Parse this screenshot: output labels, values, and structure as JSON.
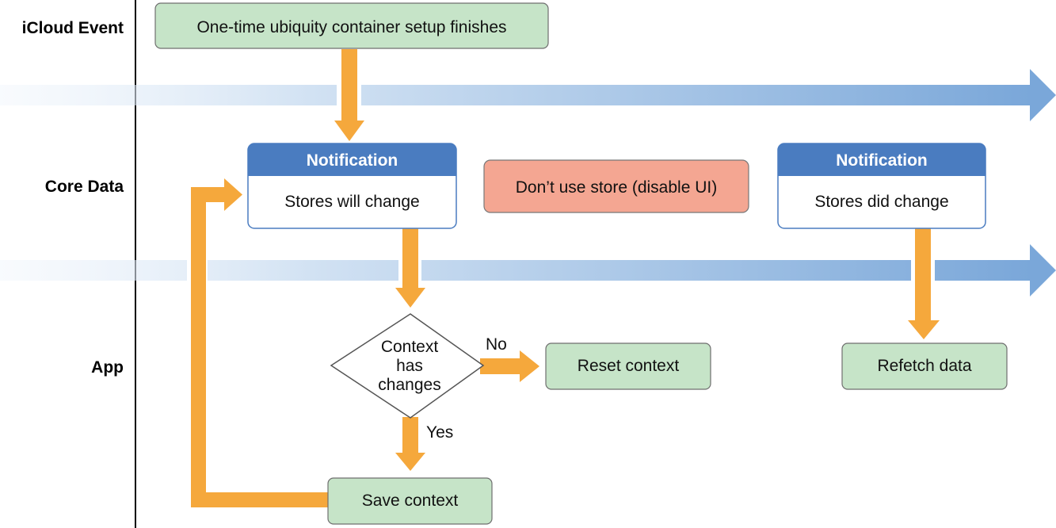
{
  "lanes": {
    "icloud": "iCloud Event",
    "core_data": "Core Data",
    "app": "App"
  },
  "nodes": {
    "ubiquity_setup": "One-time ubiquity container setup finishes",
    "will_change_header": "Notification",
    "will_change_body": "Stores will change",
    "dont_use_store": "Don’t use store (disable UI)",
    "did_change_header": "Notification",
    "did_change_body": "Stores did change",
    "decision_line1": "Context",
    "decision_line2": "has",
    "decision_line3": "changes",
    "reset_context": "Reset context",
    "refetch_data": "Refetch data",
    "save_context": "Save context"
  },
  "edges": {
    "no_label": "No",
    "yes_label": "Yes"
  },
  "colors": {
    "action_fill": "#c6e4c8",
    "notification_header": "#4a7cc0",
    "warning_fill": "#f4a692",
    "arrow_orange": "#f5a83c",
    "timeline_blue": "#7aa7d9"
  }
}
